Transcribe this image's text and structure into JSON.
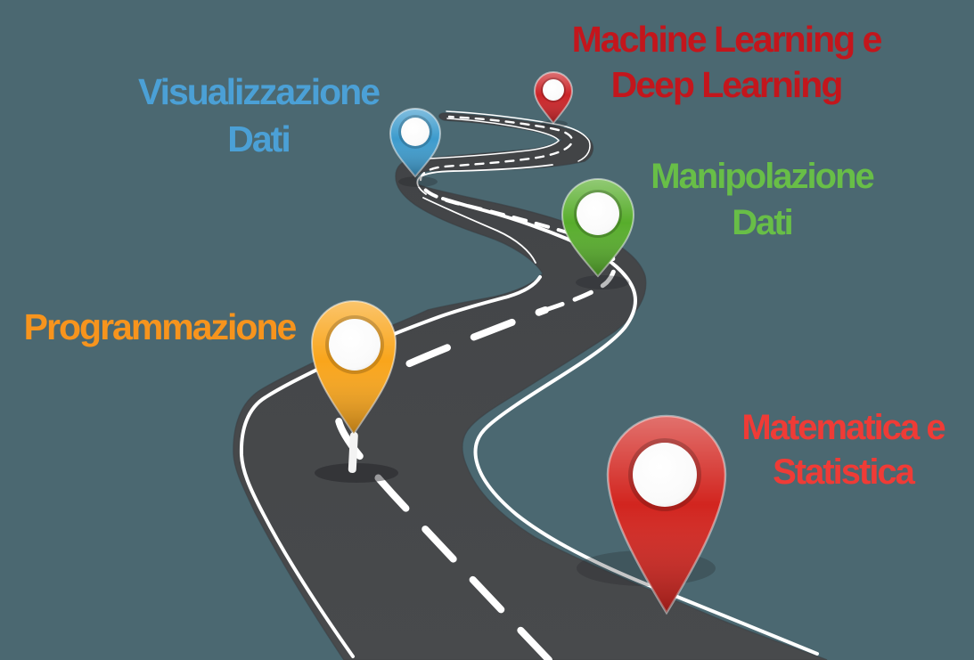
{
  "background_color": "#4B6871",
  "road": {
    "surface_color": "#454749",
    "marking_color": "#FFFFFF",
    "description": "Winding perspective road from wide foreground at bottom to narrow switchback at top"
  },
  "labels": {
    "machine_learning": {
      "line1": "Machine Learning e",
      "line2": "Deep Learning",
      "color": "#C3161C"
    },
    "visualizzazione": {
      "line1": "Visualizzazione",
      "line2": "Dati",
      "color": "#4BA0D6"
    },
    "manipolazione": {
      "line1": "Manipolazione",
      "line2": "Dati",
      "color": "#68BE47"
    },
    "programmazione": {
      "line1": "Programmazione",
      "line2": "",
      "color": "#F7941D"
    },
    "matematica": {
      "line1": "Matematica e",
      "line2": "Statistica",
      "color": "#EF3B36"
    }
  },
  "pins": {
    "visualizzazione": {
      "color": "#3D9BCD",
      "dark": "#1B6C97",
      "name": "blue map pin"
    },
    "machine_learning": {
      "color": "#CB2327",
      "dark": "#9C1013",
      "name": "small red map pin"
    },
    "manipolazione": {
      "color": "#57AD2B",
      "dark": "#2F7C17",
      "name": "green map pin"
    },
    "programmazione": {
      "color": "#F9A51B",
      "dark": "#EF8D05",
      "name": "yellow map pin"
    },
    "matematica": {
      "color": "#D2251F",
      "dark": "#9C120E",
      "name": "large red map pin"
    }
  }
}
